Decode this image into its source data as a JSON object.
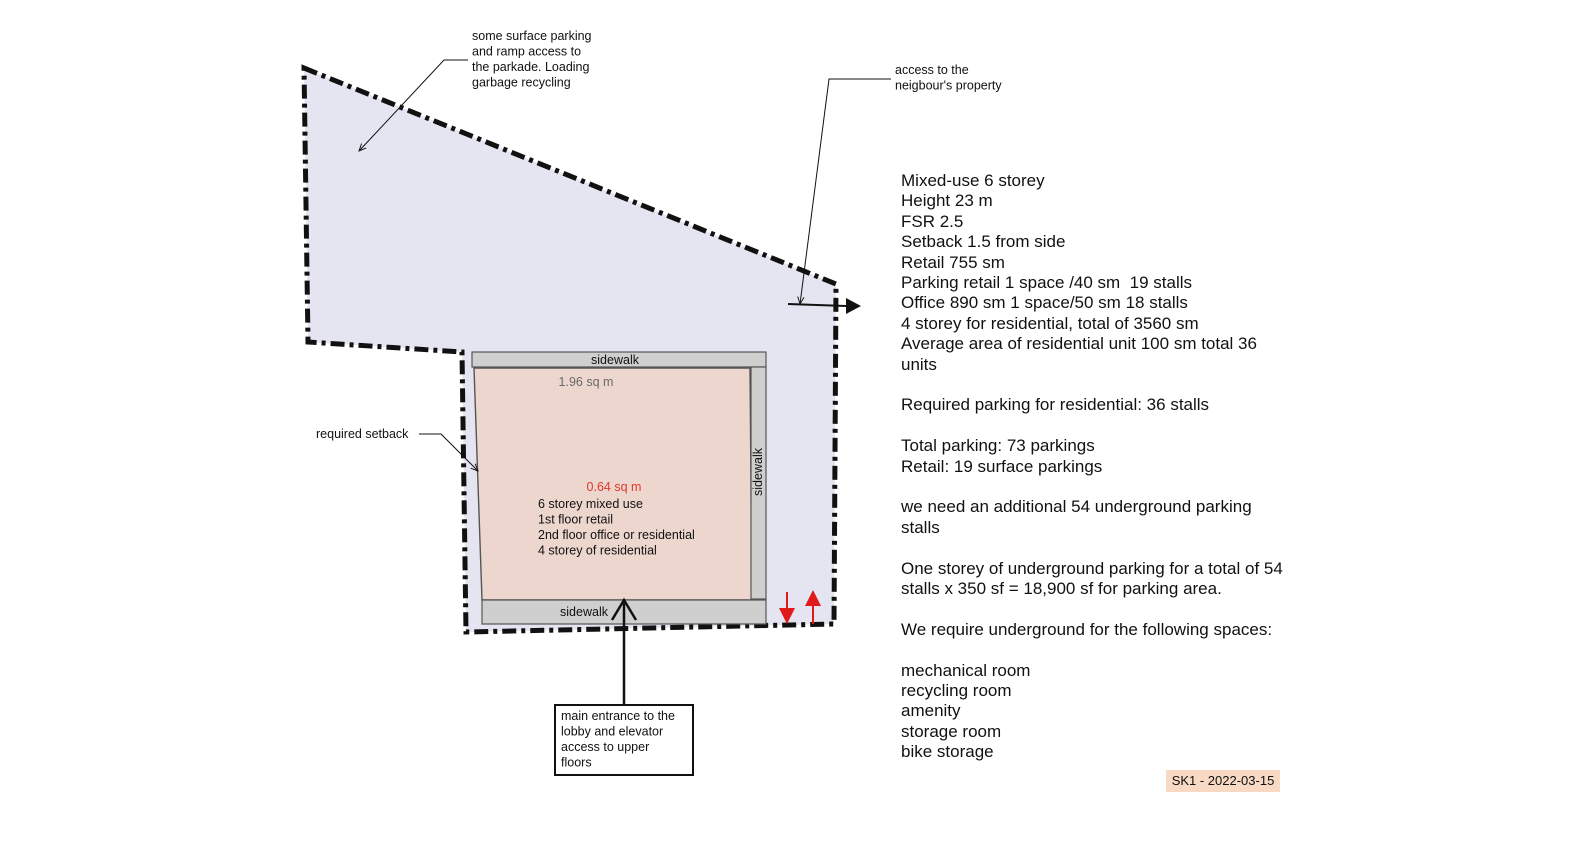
{
  "colors": {
    "site_fill": "#e5e5f2",
    "building_fill": "#ecd6cd",
    "sidewalk_fill": "#cfcfcf",
    "area_red": "#e0392b",
    "arrow_red": "#e0191a",
    "stamp_fill": "#f7d9c4"
  },
  "site_plan": {
    "top_note": [
      "some surface parking",
      "and ramp access to",
      "the parkade. Loading",
      "garbage recycling"
    ],
    "neighbour_note": [
      "access to the",
      "neigbour's property"
    ],
    "setback_note": "required setback",
    "sidewalk_top": "sidewalk",
    "sidewalk_right": "sidewalk",
    "sidewalk_bottom": "sidewalk",
    "area_1": "1.96 sq m",
    "area_2": "0.64 sq m",
    "building_desc": [
      "6 storey mixed use",
      "1st floor retail",
      "2nd floor office or residential",
      "4 storey of residential"
    ],
    "entrance_note": [
      "main entrance to the",
      "lobby and elevator",
      "access to upper",
      "floors"
    ],
    "icons": [
      "down-arrow-icon",
      "up-arrow-icon"
    ]
  },
  "notes": [
    "Mixed-use 6 storey",
    "Height 23 m",
    "FSR 2.5",
    "Setback 1.5 from side",
    "Retail 755 sm",
    "Parking retail 1 space /40 sm  19 stalls",
    "Office 890 sm 1 space/50 sm 18 stalls",
    "4 storey for residential, total of 3560 sm",
    "Average area of residential unit 100 sm total 36 units",
    "",
    "Required parking for residential: 36 stalls",
    "",
    "Total parking: 73 parkings",
    "Retail: 19 surface parkings",
    "",
    "we need an additional 54 underground parking stalls",
    "",
    "One storey of underground parking for a total of 54 stalls x 350 sf = 18,900 sf for parking area.",
    "",
    "We require underground for the following spaces:",
    "",
    "mechanical room",
    "recycling room",
    "amenity",
    "storage room",
    "bike storage"
  ],
  "stamp": "SK1 - 2022-03-15"
}
